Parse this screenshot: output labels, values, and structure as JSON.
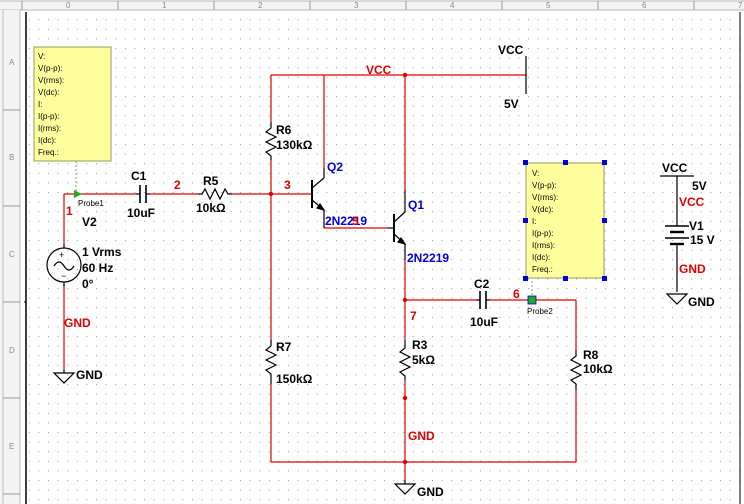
{
  "ruler": {
    "top": [
      "0",
      "1",
      "2",
      "3",
      "4",
      "5",
      "6",
      "7"
    ],
    "left": [
      "A",
      "B",
      "C",
      "D",
      "E"
    ]
  },
  "probe_fields": [
    "V:",
    "V(p-p):",
    "V(rms):",
    "V(dc):",
    "I:",
    "I(p-p):",
    "I(rms):",
    "I(dc):",
    "Freq.:"
  ],
  "components": {
    "vcc_top": {
      "label": "VCC",
      "value": "5V"
    },
    "vcc_net": "VCC",
    "vcc_right": {
      "label": "VCC",
      "value": "5V",
      "net": "VCC"
    },
    "v1": {
      "name": "V1",
      "value": "15 V"
    },
    "v2": {
      "name": "V2",
      "line1": "1 Vrms",
      "line2": "60 Hz",
      "line3": "0°"
    },
    "c1": {
      "name": "C1",
      "value": "10uF"
    },
    "c2": {
      "name": "C2",
      "value": "10uF"
    },
    "r5": {
      "name": "R5",
      "value": "10kΩ"
    },
    "r6": {
      "name": "R6",
      "value": "130kΩ"
    },
    "r7": {
      "name": "R7",
      "value": "150kΩ"
    },
    "r3": {
      "name": "R3",
      "value": "5kΩ"
    },
    "r8": {
      "name": "R8",
      "value": "10kΩ"
    },
    "q1": {
      "name": "Q1",
      "model": "2N2219"
    },
    "q2": {
      "name": "Q2",
      "model": "2N2219"
    },
    "probe1": "Probe1",
    "probe2": "Probe2"
  },
  "nodes": {
    "n1": "1",
    "n2": "2",
    "n3": "3",
    "n5": "5",
    "n6": "6",
    "n7": "7"
  },
  "gnd": {
    "net_label": "GND",
    "symbol_label": "GND"
  },
  "colors": {
    "wire": "#e00000",
    "symbol": "#000000",
    "part_label": "#0000e0",
    "probe_fill": "#ffff9e",
    "probe_green": "#22aa22",
    "grid_dot": "#9a9a9a"
  }
}
